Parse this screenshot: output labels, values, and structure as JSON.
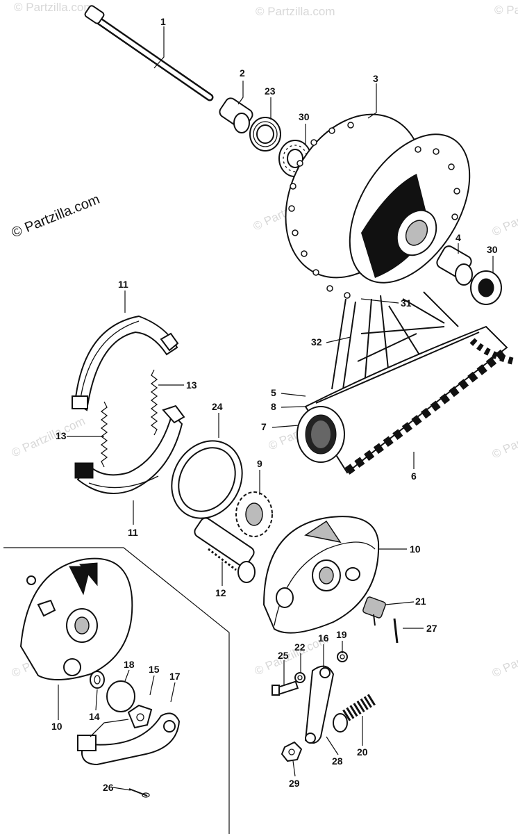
{
  "copyright": "© Partzilla.com",
  "watermark": "© Partzilla.com",
  "callouts": {
    "p1": "1",
    "p2": "2",
    "p3": "3",
    "p4": "4",
    "p5": "5",
    "p6": "6",
    "p7": "7",
    "p8": "8",
    "p9": "9",
    "p10a": "10",
    "p10b": "10",
    "p11a": "11",
    "p11b": "11",
    "p12": "12",
    "p13a": "13",
    "p13b": "13",
    "p14": "14",
    "p15": "15",
    "p16": "16",
    "p17": "17",
    "p18": "18",
    "p19": "19",
    "p20": "20",
    "p21": "21",
    "p22": "22",
    "p23": "23",
    "p24": "24",
    "p25": "25",
    "p26": "26",
    "p27": "27",
    "p28": "28",
    "p29": "29",
    "p30a": "30",
    "p30b": "30",
    "p31": "31",
    "p32": "32"
  }
}
